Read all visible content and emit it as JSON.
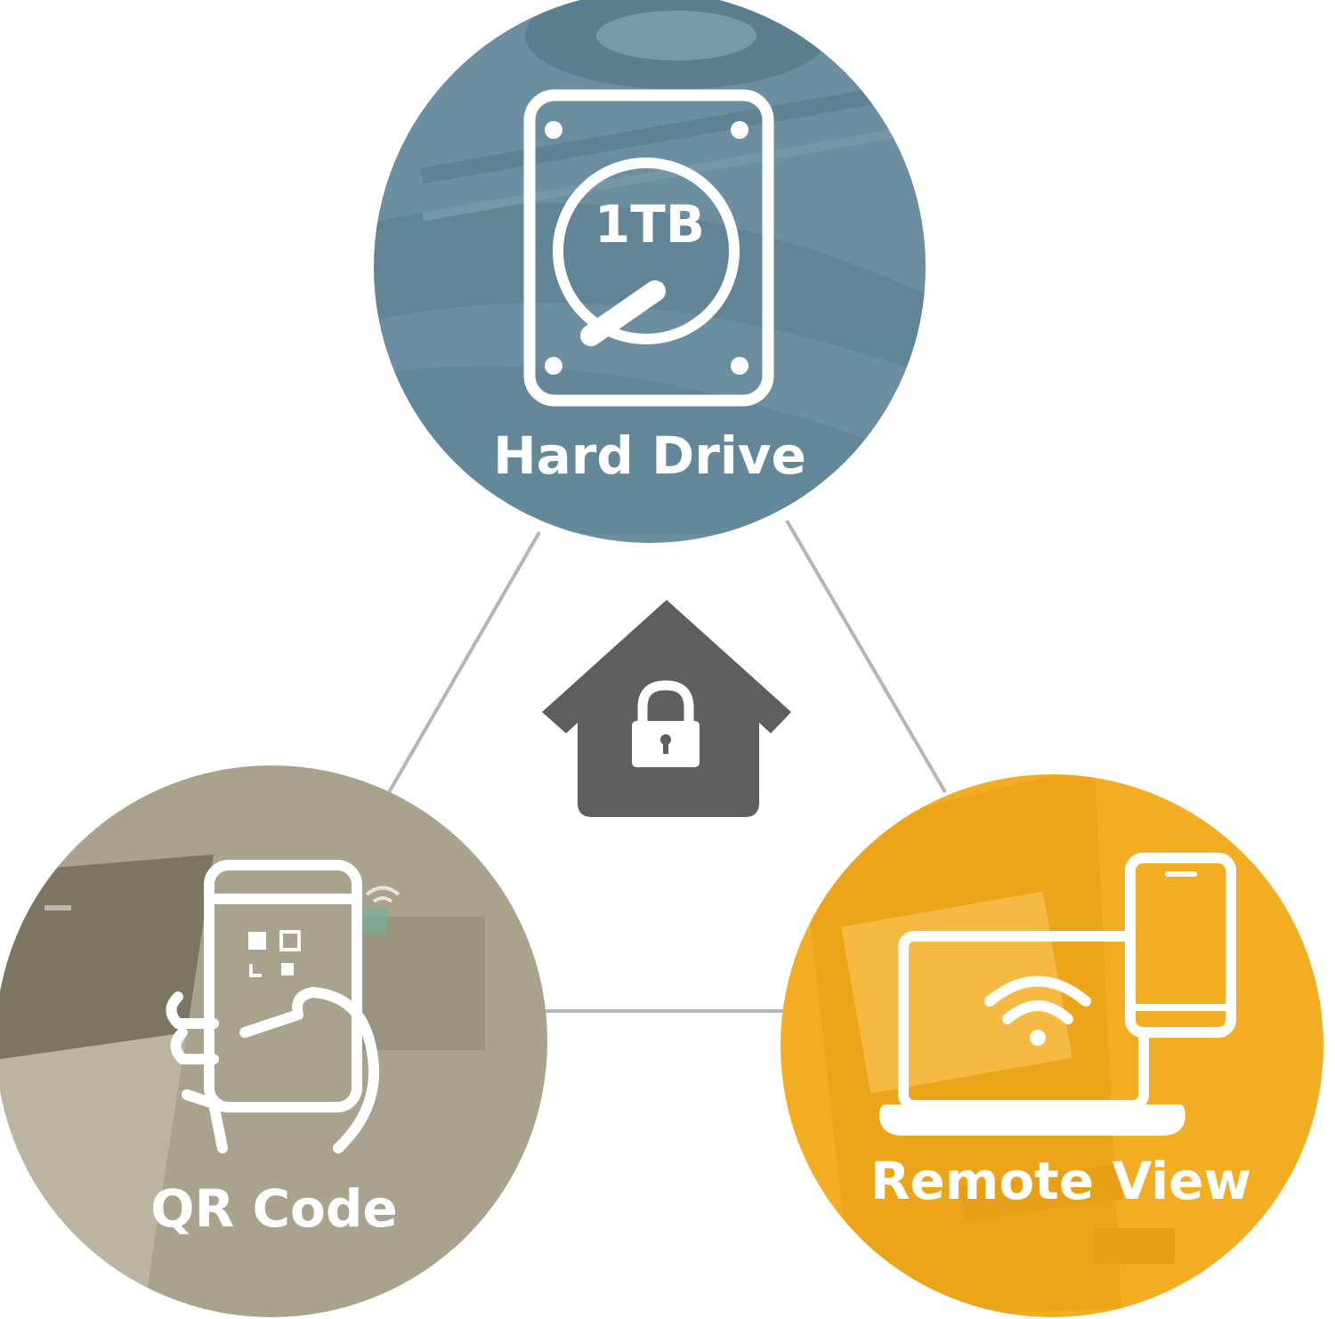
{
  "colors": {
    "hard_drive": "#6b8fa0",
    "qr_code": "#a9a28c",
    "remote_view": "#f3ad22",
    "house": "#5e5e5e",
    "connector": "#b5b5b5",
    "icon_stroke": "#ffffff"
  },
  "nodes": {
    "hard_drive": {
      "label": "Hard Drive",
      "capacity": "1TB",
      "icon": "hard-drive-icon"
    },
    "qr_code": {
      "label": "QR Code",
      "icon": "phone-qr-scan-icon"
    },
    "remote_view": {
      "label": "Remote View",
      "icon": "laptop-phone-wifi-icon"
    }
  },
  "center": {
    "icon": "house-lock-icon"
  }
}
